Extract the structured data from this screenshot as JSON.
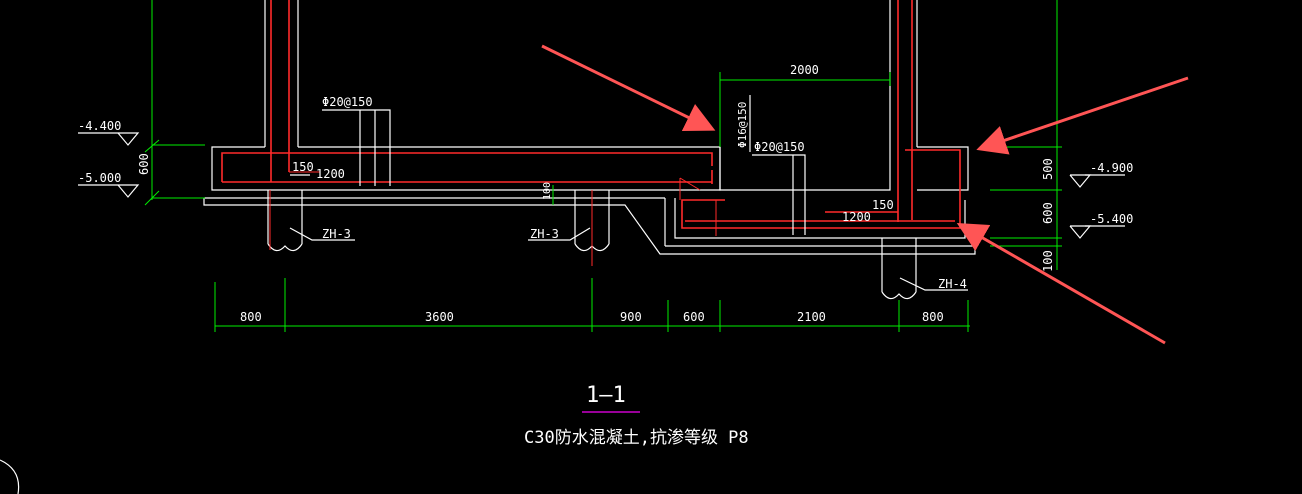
{
  "drawing": {
    "section_title": "1—1",
    "section_note": "C30防水混凝土,抗渗等级 P8",
    "underline_color": "#cc00cc",
    "elevations": [
      "-4.400",
      "-5.000",
      "-4.900",
      "-5.400"
    ],
    "rebars": [
      "Φ20@150",
      "Φ16@150",
      "Φ20@150"
    ],
    "piles": [
      "ZH-3",
      "ZH-3",
      "ZH-4"
    ],
    "local_dims": [
      "150",
      "1200",
      "150",
      "1200",
      "2000"
    ],
    "vertical_dims": [
      "600",
      "100",
      "500",
      "600",
      "100"
    ],
    "bottom_dims": [
      "800",
      "3600",
      "900",
      "600",
      "2100",
      "800"
    ]
  },
  "colors": {
    "concrete_outline": "#ffffff",
    "dimension": "#00ee00",
    "rebar": "#ff2a2a",
    "callout_arrow": "#ff5555"
  }
}
